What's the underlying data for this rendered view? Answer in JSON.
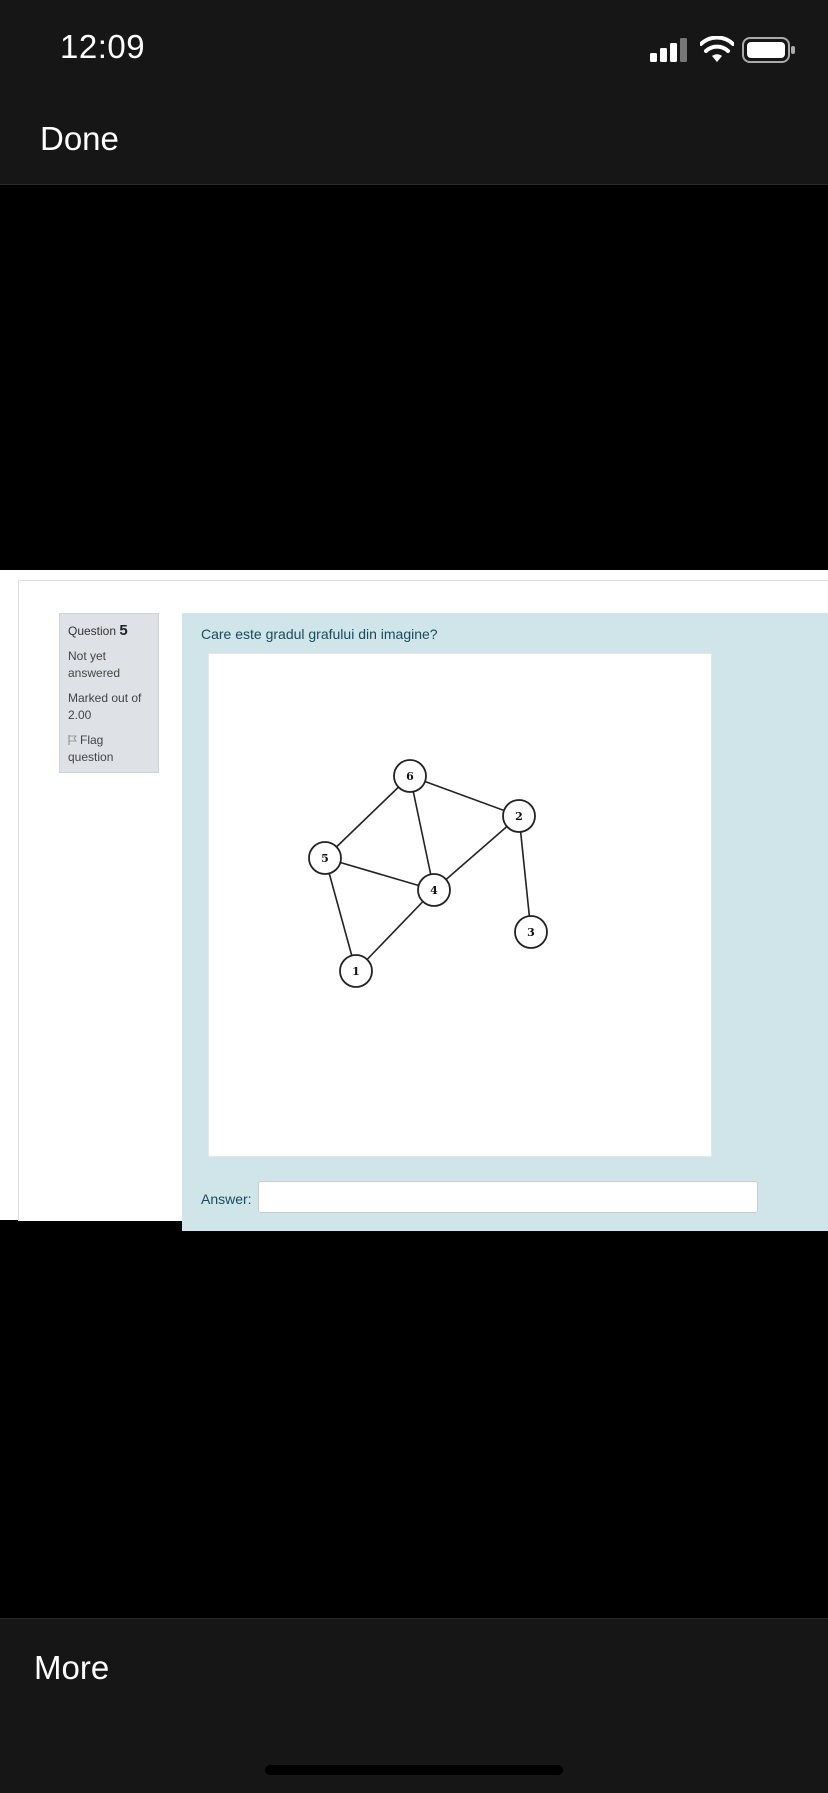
{
  "status_bar": {
    "time": "12:09",
    "icons": [
      "signal-icon",
      "wifi-icon",
      "battery-icon"
    ]
  },
  "nav": {
    "done_label": "Done"
  },
  "question": {
    "number_prefix": "Question",
    "number": "5",
    "state": "Not yet answered",
    "grade": "Marked out of 2.00",
    "flag_label": "Flag question",
    "text": "Care este gradul grafului din imagine?",
    "answer_label": "Answer:",
    "answer_value": ""
  },
  "graph": {
    "nodes": [
      "1",
      "2",
      "3",
      "4",
      "5",
      "6"
    ],
    "edges": [
      [
        "6",
        "5"
      ],
      [
        "6",
        "4"
      ],
      [
        "6",
        "2"
      ],
      [
        "5",
        "4"
      ],
      [
        "5",
        "1"
      ],
      [
        "4",
        "1"
      ],
      [
        "4",
        "2"
      ],
      [
        "2",
        "3"
      ]
    ]
  },
  "bottom": {
    "more_label": "More"
  },
  "colors": {
    "bar_background": "#161616",
    "formulation_background": "#cfe5ea",
    "info_background": "#dee2e6",
    "question_text": "#1a4b5c"
  }
}
